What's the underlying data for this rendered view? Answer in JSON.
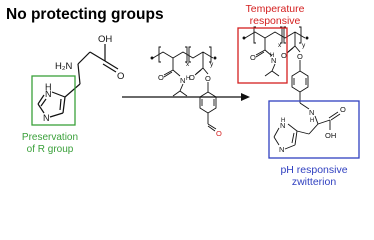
{
  "title": "No protecting groups",
  "left_molecule": {
    "atoms": {
      "oh": "OH",
      "h2n": "H₂N",
      "o": "O",
      "ring_nh": "N",
      "ring_h": "H",
      "ring_n": "N"
    },
    "caption_line1": "Preservation",
    "caption_line2": "of R group",
    "colors": {
      "box": "#3aa03a",
      "caption": "#3aa03a",
      "bonds": "#111111"
    }
  },
  "middle_polymer": {
    "atoms": {
      "x": "x",
      "y": "y",
      "nh": "N",
      "h": "H",
      "o1": "O",
      "o2": "O",
      "o3": "O",
      "ald_o": "O"
    },
    "colors": {
      "bonds": "#111111",
      "aldehyde_o": "#d42020"
    }
  },
  "right_polymer": {
    "label_temp_line1": "Temperature",
    "label_temp_line2": "responsive",
    "label_ph_line1": "pH responsive",
    "label_ph_line2": "zwitterion",
    "atoms": {
      "x": "x",
      "y": "y",
      "o1": "O",
      "nh_n": "N",
      "nh_h": "H",
      "o2": "O",
      "o3": "O",
      "amine_n": "N",
      "amine_h": "H",
      "ring_nh": "N",
      "ring_h": "H",
      "ring_n": "N",
      "o4": "O",
      "oh": "OH"
    },
    "colors": {
      "red_box": "#d42020",
      "blue_box": "#3040c0",
      "bonds": "#111111"
    }
  }
}
